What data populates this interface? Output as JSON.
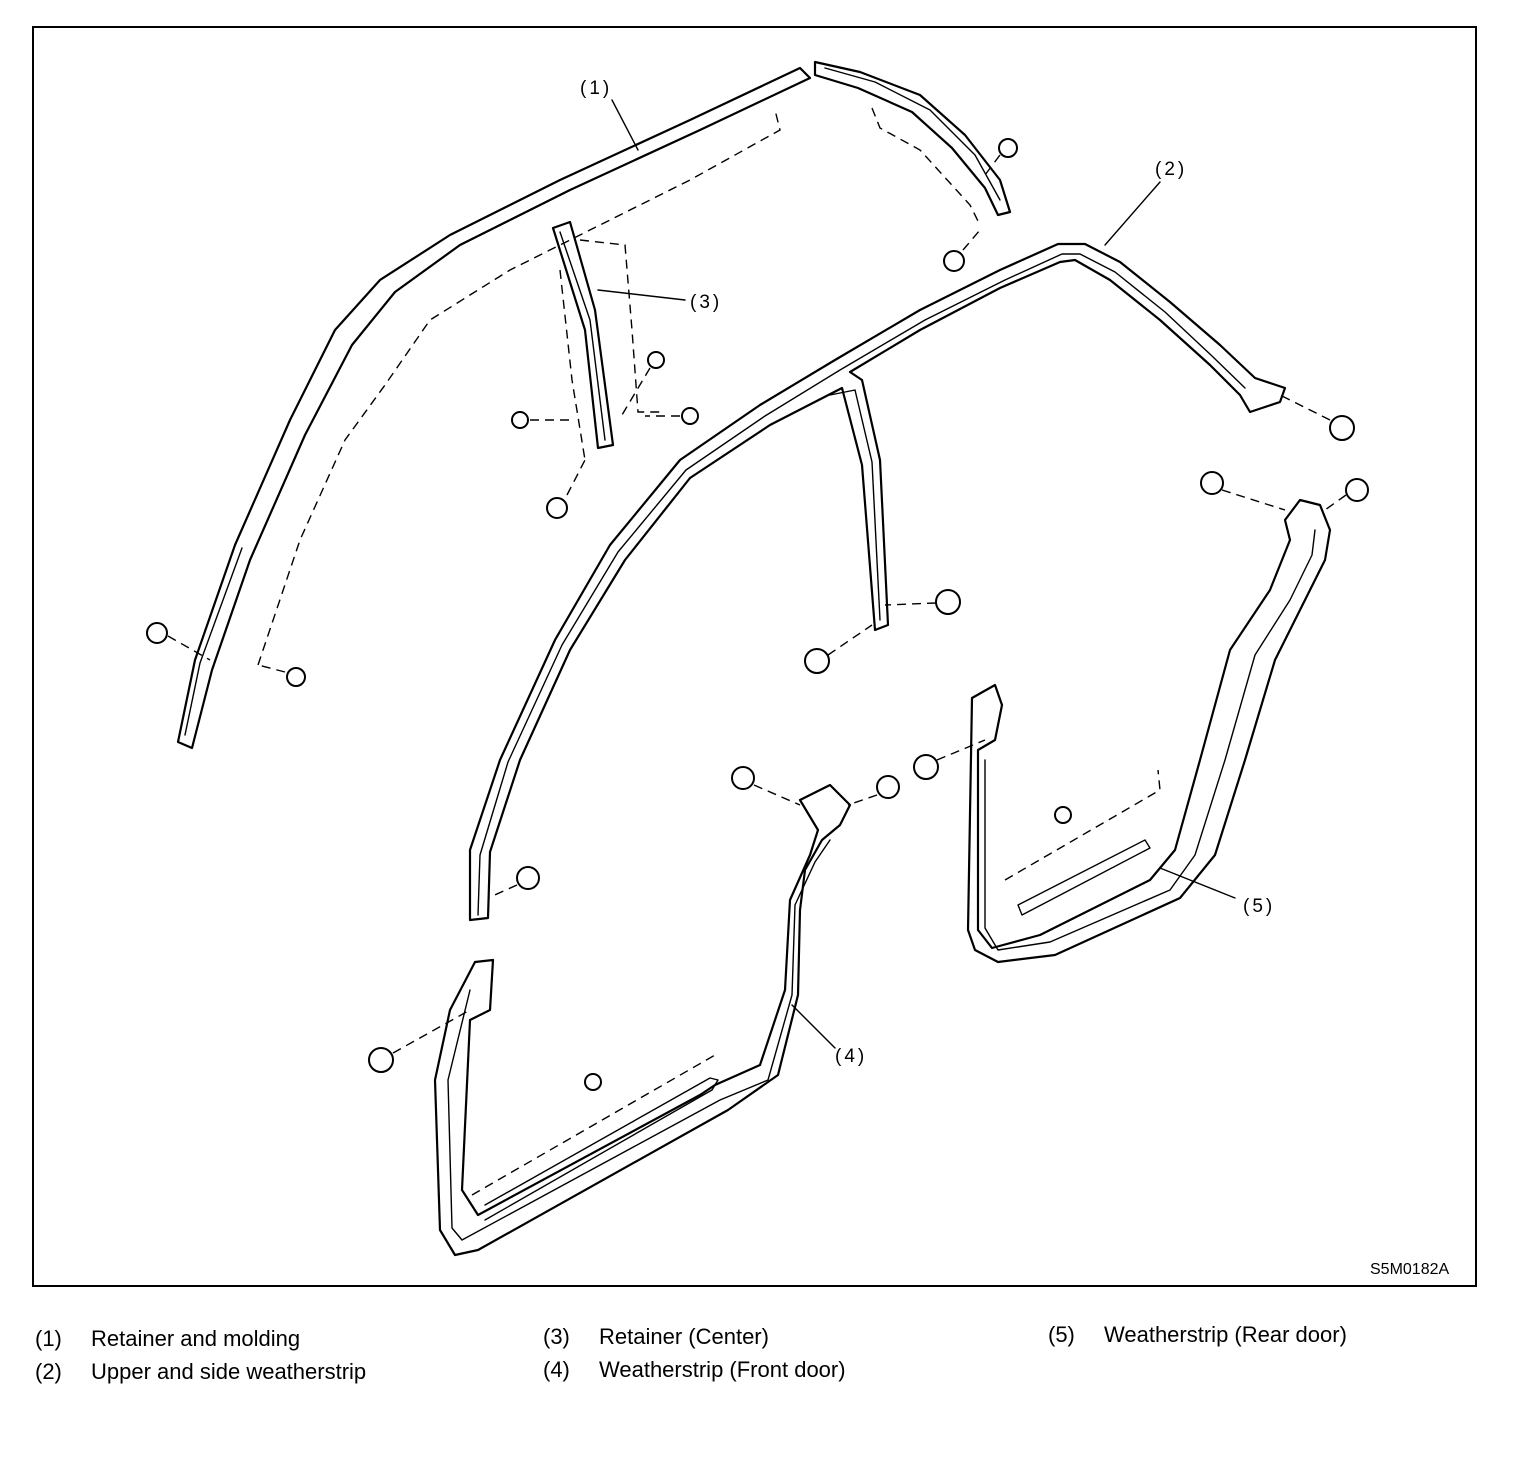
{
  "figure": {
    "figure_id": "S5M0182A",
    "callouts": [
      "(1)",
      "(2)",
      "(3)",
      "(4)",
      "(5)"
    ]
  },
  "legend": [
    {
      "num": "(1)",
      "label": "Retainer and molding"
    },
    {
      "num": "(2)",
      "label": "Upper and side weatherstrip"
    },
    {
      "num": "(3)",
      "label": "Retainer (Center)"
    },
    {
      "num": "(4)",
      "label": "Weatherstrip (Front door)"
    },
    {
      "num": "(5)",
      "label": "Weatherstrip (Rear door)"
    }
  ]
}
